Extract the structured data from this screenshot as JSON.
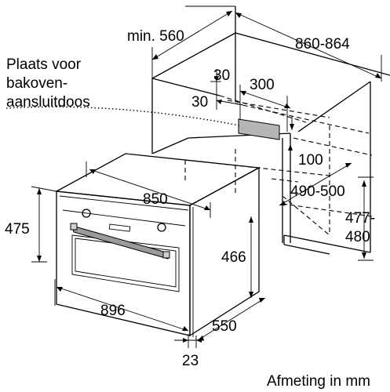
{
  "labels": {
    "niche_width_min": "min. 560",
    "depth_range": "860-864",
    "socket_note_line1": "Plaats voor",
    "socket_note_line2": "bakoven-",
    "socket_note_line3": "aansluitdoos",
    "socket_offset_top": "30",
    "socket_width": "300",
    "socket_offset_side": "30",
    "socket_height": "100",
    "niche_inner_width": "850",
    "niche_depth": "490-500",
    "oven_height": "475",
    "niche_height_line1": "477-",
    "niche_height_line2": "480",
    "front_height": "466",
    "oven_width": "896",
    "oven_depth": "550",
    "panel_depth": "23",
    "unit_note": "Afmeting in mm"
  }
}
